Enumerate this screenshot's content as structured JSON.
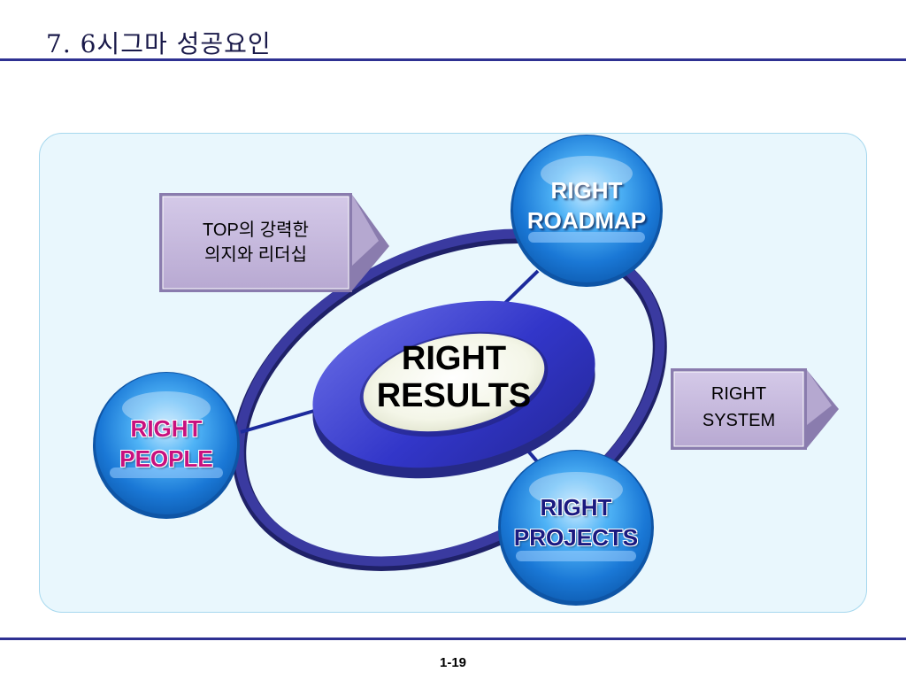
{
  "slide": {
    "title": "7. 6시그마 성공요인",
    "page_number": "1-19"
  },
  "center": {
    "line1": "RIGHT",
    "line2": "RESULTS"
  },
  "nodes": {
    "roadmap": {
      "line1": "RIGHT",
      "line2": "ROADMAP",
      "text_color": "#ffffff"
    },
    "people": {
      "line1": "RIGHT",
      "line2": "PEOPLE",
      "text_color": "#c8107e"
    },
    "projects": {
      "line1": "RIGHT",
      "line2": "PROJECTS",
      "text_color": "#1a1a80"
    }
  },
  "callouts": {
    "top_leadership": {
      "line1": "TOP의 강력한",
      "line2": "의지와 리더십"
    },
    "system": {
      "line1": "RIGHT",
      "line2": "SYSTEM"
    }
  },
  "colors": {
    "accent": "#2e3192",
    "orbit": "#3a3aa0",
    "ball": "#1e90e8",
    "callout_fill": "#c5b8dc",
    "panel": "#e9f7fd"
  }
}
